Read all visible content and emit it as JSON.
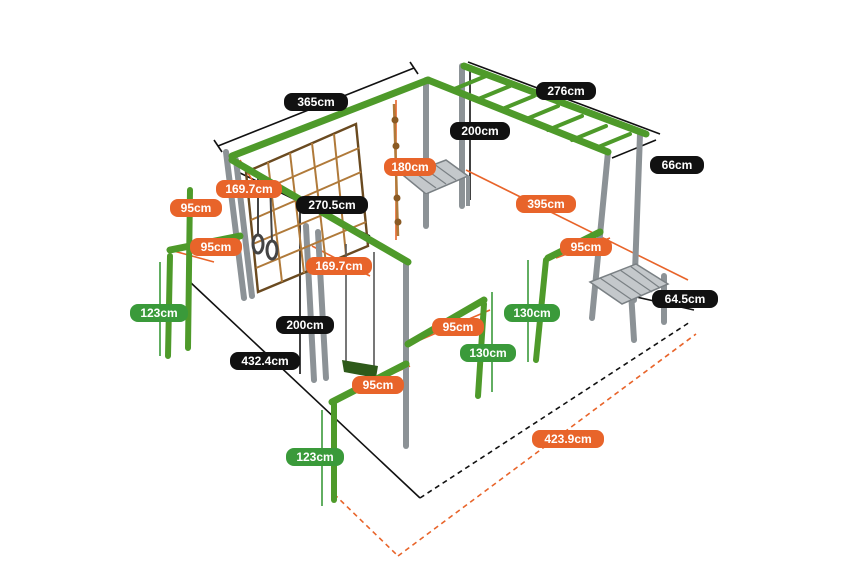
{
  "colors": {
    "frame_green": "#4e9a2a",
    "post_grey": "#8c9296",
    "label_orange": "#e8642a",
    "label_green": "#3a9a3a",
    "label_black": "#111111",
    "rope": "#b07a3a"
  },
  "dimensions": {
    "d365": "365cm",
    "d276": "276cm",
    "d200_top": "200cm",
    "d66": "66cm",
    "d180": "180cm",
    "d169_a": "169.7cm",
    "d95_a": "95cm",
    "d270": "270.5cm",
    "d395": "395cm",
    "d95_b": "95cm",
    "d169_b": "169.7cm",
    "d95_c": "95cm",
    "d64": "64.5cm",
    "d123_a": "123cm",
    "d130_a": "130cm",
    "d200_mid": "200cm",
    "d95_d": "95cm",
    "d130_b": "130cm",
    "d432": "432.4cm",
    "d95_e": "95cm",
    "d423": "423.9cm",
    "d123_b": "123cm"
  }
}
